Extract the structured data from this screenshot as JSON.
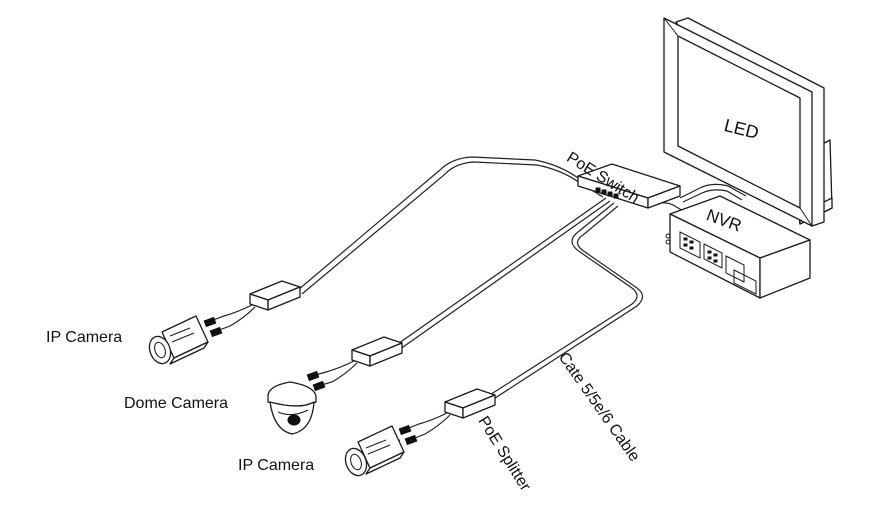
{
  "labels": {
    "led": "LED",
    "poe_switch": "PoE  Switch",
    "nvr": "NVR",
    "ip_camera_top": "IP Camera",
    "dome_camera": "Dome Camera",
    "ip_camera_bottom": "IP Camera",
    "cable": "Cate 5/5e/6 Cable",
    "poe_splitter": "PoE  Splitter"
  }
}
